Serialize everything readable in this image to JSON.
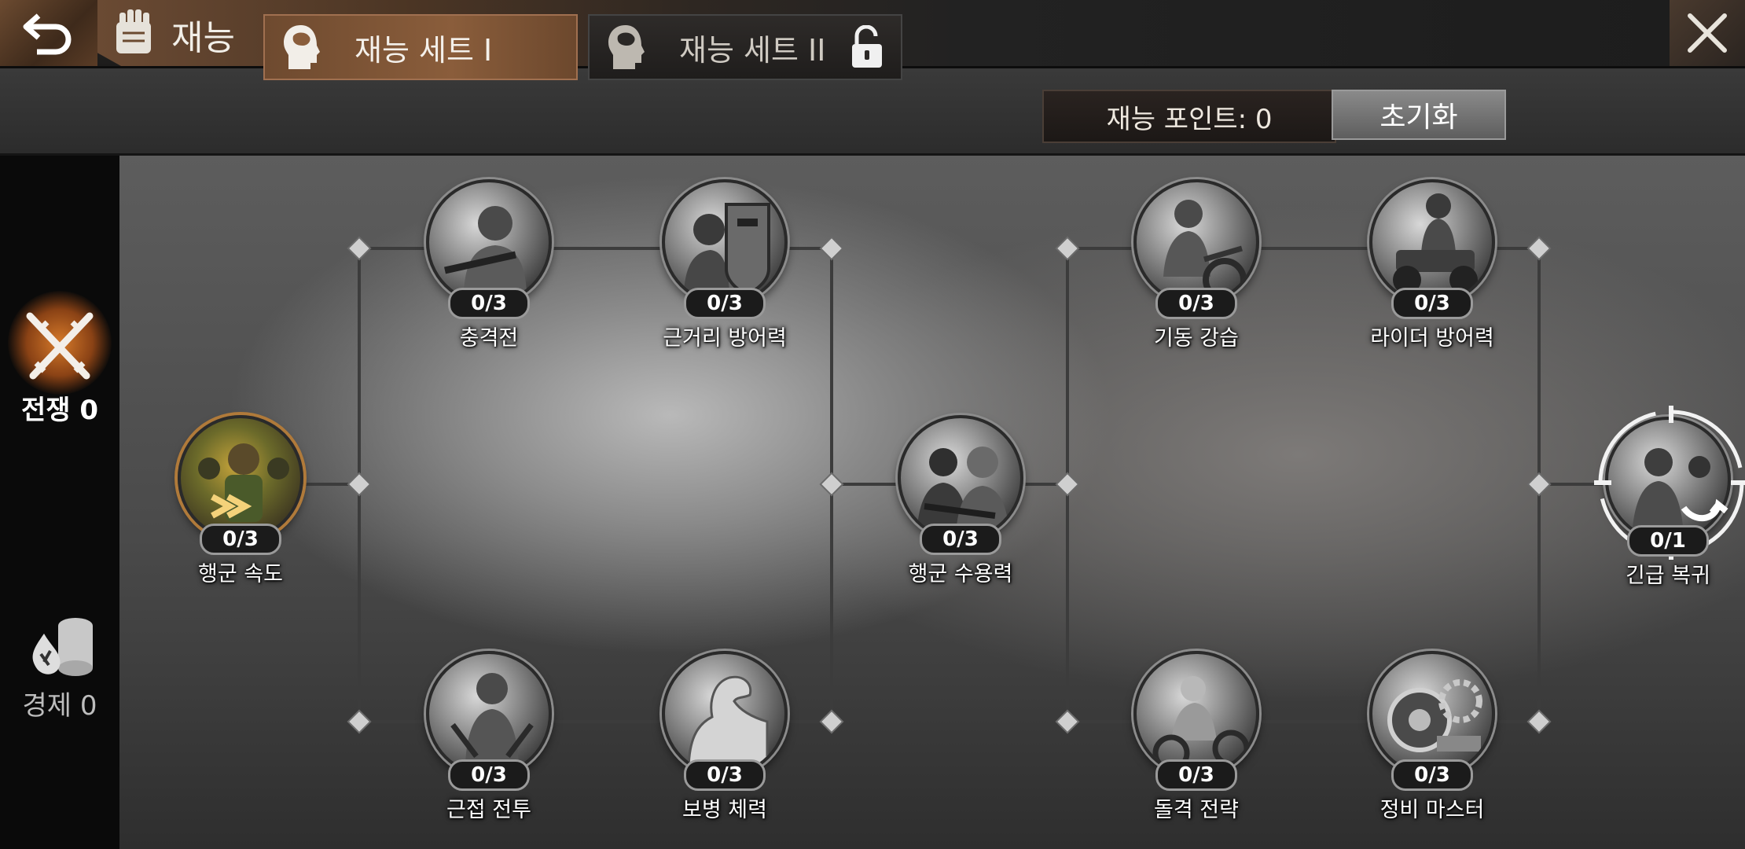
{
  "header": {
    "title": "재능",
    "back_icon": "back-arrow-icon",
    "close_icon": "close-x-icon"
  },
  "tabs": [
    {
      "label": "재능 세트 I",
      "active": true
    },
    {
      "label": "재능 세트 II",
      "active": false,
      "locked": true
    }
  ],
  "points": {
    "label": "재능 포인트: 0"
  },
  "reset": {
    "label": "초기화"
  },
  "sidebar": {
    "items": [
      {
        "label": "전쟁",
        "count": "0",
        "icon": "crossed-rifles-icon",
        "selected": true
      },
      {
        "label": "경제",
        "count": "0",
        "icon": "oil-barrel-icon",
        "selected": false
      }
    ]
  },
  "skills": [
    {
      "name": "행군 속도",
      "level": "0/3"
    },
    {
      "name": "충격전",
      "level": "0/3"
    },
    {
      "name": "근거리 방어력",
      "level": "0/3"
    },
    {
      "name": "근접 전투",
      "level": "0/3"
    },
    {
      "name": "보병 체력",
      "level": "0/3"
    },
    {
      "name": "행군 수용력",
      "level": "0/3"
    },
    {
      "name": "기동 강습",
      "level": "0/3"
    },
    {
      "name": "라이더 방어력",
      "level": "0/3"
    },
    {
      "name": "돌격 전략",
      "level": "0/3"
    },
    {
      "name": "정비 마스터",
      "level": "0/3"
    },
    {
      "name": "긴급 복귀",
      "level": "0/1"
    }
  ],
  "colors": {
    "accent": "#8a5d3b",
    "selected_glow": "#d67a2a"
  }
}
